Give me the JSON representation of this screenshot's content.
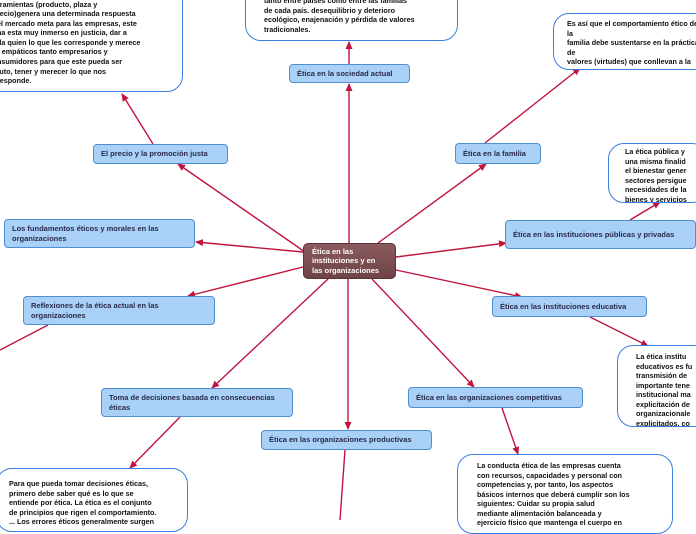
{
  "colors": {
    "edge": "#c0143c",
    "node_fill": "#a9d0f7",
    "node_border": "#4f8fd0",
    "center_fill": "#7a4a4e",
    "note_border": "#3a7fe0"
  },
  "center": {
    "lines": [
      "Ética en las",
      "instituciones y en",
      "las organizaciones"
    ]
  },
  "nodes": [
    {
      "id": "sociedad",
      "label": "Ética en la sociedad actual"
    },
    {
      "id": "precio",
      "label": "El precio y la promoción justa"
    },
    {
      "id": "familia",
      "label": "Ética en la familia"
    },
    {
      "id": "fundamentos",
      "label": "Los fundamentos éticos y morales en las organizaciones"
    },
    {
      "id": "publicas",
      "label": "Ética en las instituciones públicas y privadas"
    },
    {
      "id": "reflexiones",
      "label": "Reflexiones de la ética actual en las organizaciones"
    },
    {
      "id": "educativa",
      "label": "Ética en las instituciones educativa"
    },
    {
      "id": "decisiones",
      "label": "Toma de decisiones basada en consecuencias éticas"
    },
    {
      "id": "competitivas",
      "label": "Ética en las organizaciones competitivas"
    },
    {
      "id": "productivas",
      "label": "Ética en las organizaciones productivas"
    }
  ],
  "notes": [
    {
      "id": "precio_note",
      "text": "e combinada con las otras tres\nrramientas (producto, plaza y\nrecio)genera una determinada respuesta\nel mercado meta para las empresas, este\nna esta muy inmerso en justicia, dar a\nda quien lo que les corresponde y merece\nr empáticos tanto empresarios y\nnsumidores para que este  pueda ser\ntuto, tener y merecer lo que nos\nresponde."
    },
    {
      "id": "sociedad_note",
      "text": "tanto entre países como entre las familias\nde cada país. desequilibrio y deterioro\necológico, enajenación y pérdida de valores\ntradicionales."
    },
    {
      "id": "familia_note",
      "text": "Es así que el comportamiento ético de la\nfamilia debe sustentarse en la práctica de\nvalores (virtudes) que conllevan a la sana\nconvivencia cotidiana de los miembros de la\nfamilia."
    },
    {
      "id": "publicas_note",
      "text": "La ética pública y\nuna misma finalid\nel bienestar gener\nsectores persigue\nnecesidades de la\nbienes y servicios"
    },
    {
      "id": "educativa_note",
      "text": "La ética institu\neducativos es fu\ntransmisión de\nimportante tene\ninstitucional ma\nexplicitación de\norganizacionale\nexplicitados, co"
    },
    {
      "id": "competitivas_note",
      "text": "La conducta ética de las empresas cuenta\ncon recursos, capacidades y personal con\ncompetencias y, por tanto, los aspectos\nbásicos internos que deberá cumplir son los\nsiguientes:  Cuidar su propia salud\nmediante alimentación balanceada y\nejercicio físico que mantenga el cuerpo en"
    },
    {
      "id": "decisiones_note",
      "text": "Para que pueda tomar decisiones éticas,\nprimero debe saber qué es lo que se\nentiende por ética. La ética es el conjunto\nde principios que rigen el comportamiento.\n... Los errores éticos generalmente surgen"
    }
  ]
}
